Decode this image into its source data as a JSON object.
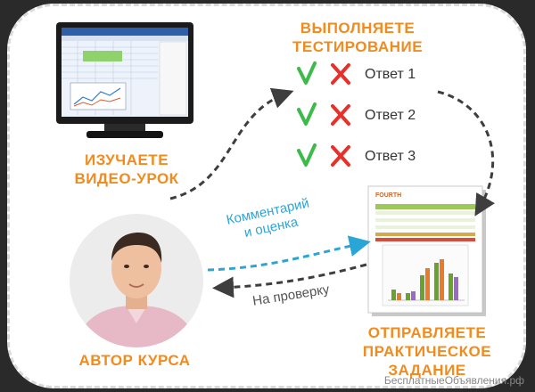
{
  "steps": {
    "video": {
      "line1": "ИЗУЧАЕТЕ",
      "line2": "ВИДЕО-УРОК"
    },
    "test": {
      "line1": "ВЫПОЛНЯЕТЕ",
      "line2": "ТЕСТИРОВАНИЕ"
    },
    "practical": {
      "line1": "ОТПРАВЛЯЕТЕ",
      "line2": "ПРАКТИЧЕСКОЕ",
      "line3": "ЗАДАНИЕ"
    },
    "author": {
      "label": "АВТОР КУРСА"
    }
  },
  "answers": [
    "Ответ 1",
    "Ответ 2",
    "Ответ 3"
  ],
  "notes": {
    "comment": {
      "line1": "Комментарий",
      "line2": "и оценка"
    },
    "review": "На проверку"
  },
  "document": {
    "brand": "FOURTH"
  },
  "watermark": "БесплатныеОбъявления.рф",
  "colors": {
    "step_label": "#f28b1e",
    "check": "#3dbb4a",
    "cross": "#e8302a",
    "comment": "#2aa6d6",
    "review": "#555555",
    "arrow_gray": "#3e3e3e"
  }
}
